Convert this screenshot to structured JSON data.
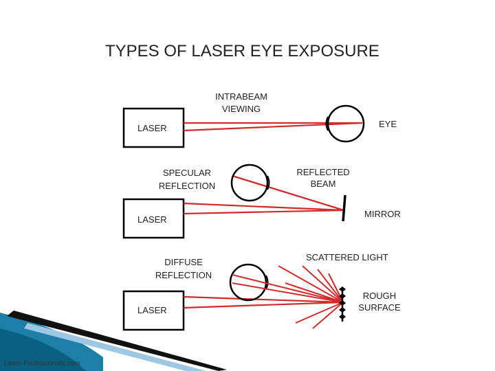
{
  "title": "TYPES OF LASER EYE EXPOSURE",
  "panels": {
    "intrabeam": {
      "heading_lines": [
        "INTRABEAM",
        "VIEWING"
      ],
      "laser_label": "LASER",
      "eye_label": "EYE"
    },
    "specular": {
      "heading_lines": [
        "SPECULAR",
        "REFLECTION"
      ],
      "laser_label": "LASER",
      "reflected_lines": [
        "REFLECTED",
        "BEAM"
      ],
      "mirror_label": "MIRROR"
    },
    "diffuse": {
      "heading_lines": [
        "DIFFUSE",
        "REFLECTION"
      ],
      "laser_label": "LASER",
      "scattered_label": "SCATTERED LIGHT",
      "surface_lines": [
        "ROUGH",
        "SURFACE"
      ]
    }
  },
  "credit": "Laser-Professionals.com",
  "colors": {
    "beam": "#d42a2a",
    "outline": "#000000",
    "corner_blue": "#1d7fa8",
    "corner_teal": "#0b5f80"
  }
}
